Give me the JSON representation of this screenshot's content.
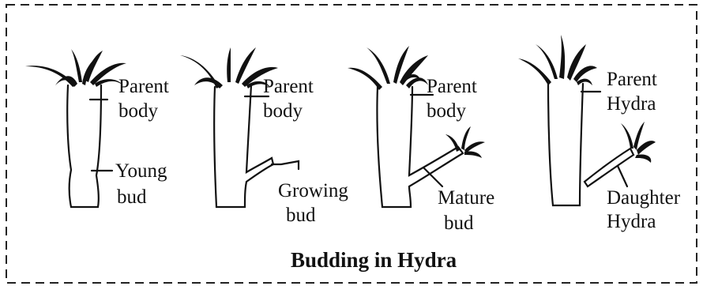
{
  "stages": [
    {
      "labels": [
        {
          "line1": "Parent",
          "line2": "body"
        },
        {
          "line1": "Young",
          "line2": "bud"
        }
      ]
    },
    {
      "labels": [
        {
          "line1": "Parent",
          "line2": "body"
        },
        {
          "line1": "Growing",
          "line2": "bud"
        }
      ]
    },
    {
      "labels": [
        {
          "line1": "Parent",
          "line2": "body"
        },
        {
          "line1": "Mature",
          "line2": "bud"
        }
      ]
    },
    {
      "labels": [
        {
          "line1": "Parent",
          "line2": "Hydra"
        },
        {
          "line1": "Daughter",
          "line2": "Hydra"
        }
      ]
    }
  ],
  "caption": "Budding in Hydra"
}
